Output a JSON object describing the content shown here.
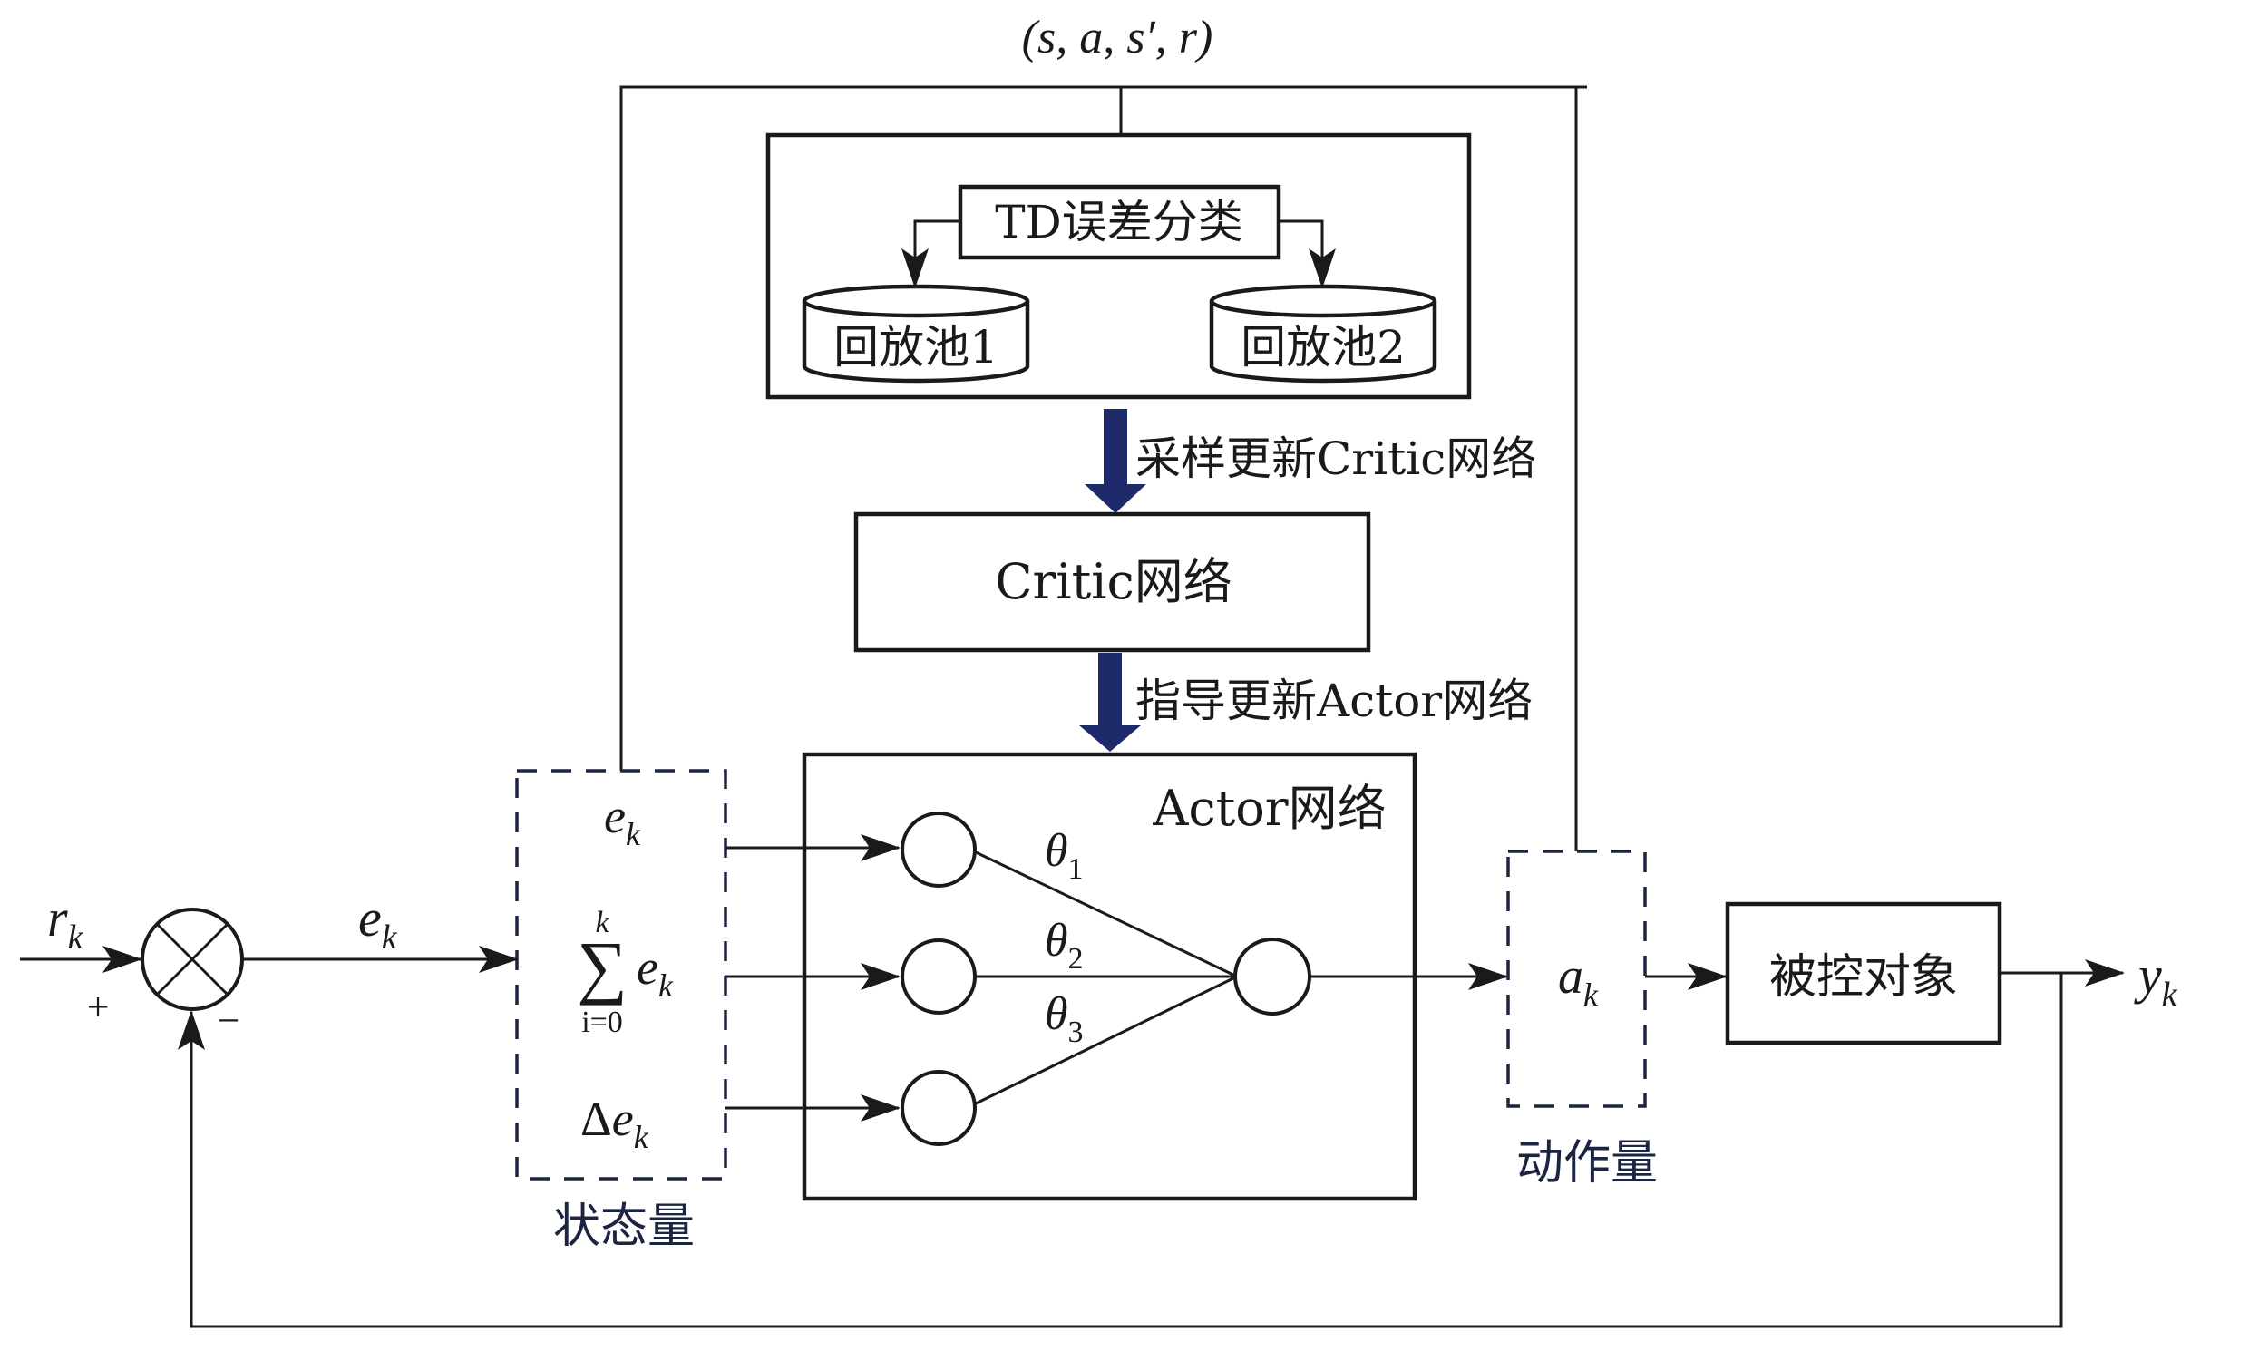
{
  "diagram": {
    "title": "TD-error prioritized replay Actor-Critic control loop",
    "transition_label": "(s, a, s′, r)",
    "replay_block": {
      "classifier_label": "TD误差分类",
      "pools": [
        {
          "label": "回放池1"
        },
        {
          "label": "回放池2"
        }
      ]
    },
    "arrows": {
      "sample_update_critic": "采样更新Critic网络",
      "guide_update_actor": "指导更新Actor网络"
    },
    "critic": {
      "label": "Critic网络"
    },
    "actor": {
      "label": "Actor网络",
      "weights": [
        {
          "sym": "θ",
          "sub": "1"
        },
        {
          "sym": "θ",
          "sub": "2"
        },
        {
          "sym": "θ",
          "sub": "3"
        }
      ]
    },
    "state_block": {
      "caption": "状态量",
      "items": [
        {
          "base": "e",
          "sub": "k"
        },
        {
          "sum_upper": "k",
          "sum_lower": "i=0",
          "sigma": "∑",
          "base": "e",
          "sub": "k"
        },
        {
          "prefix": "Δ",
          "base": "e",
          "sub": "k"
        }
      ]
    },
    "action_block": {
      "caption": "动作量",
      "symbol": {
        "base": "a",
        "sub": "k"
      }
    },
    "plant": {
      "label": "被控对象"
    },
    "signals": {
      "reference": {
        "base": "r",
        "sub": "k"
      },
      "error": {
        "base": "e",
        "sub": "k"
      },
      "output": {
        "base": "y",
        "sub": "k"
      },
      "plus_sign": "+",
      "minus_sign": "−"
    },
    "summing_junction_symbol": "⊗",
    "colors": {
      "line": "#1a1a1a",
      "update_arrow": "#1f2a6b",
      "caption_text": "#1b2440",
      "dashed_border": "#1b2440"
    }
  }
}
